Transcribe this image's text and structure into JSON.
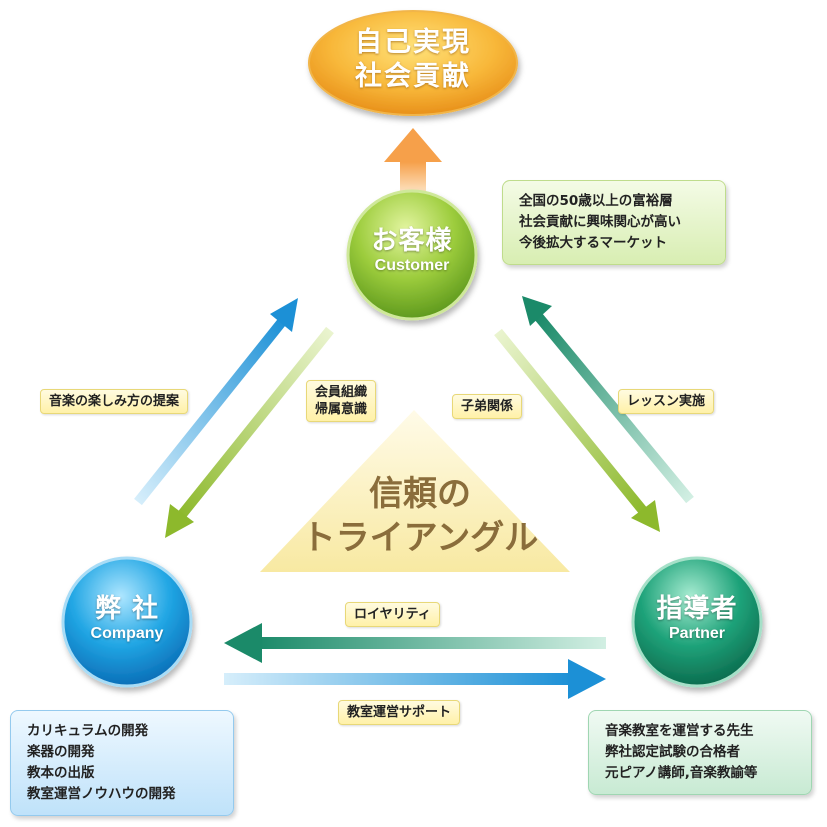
{
  "goal": {
    "line1": "自己実現",
    "line2": "社会貢献"
  },
  "nodes": {
    "customer": {
      "jp": "お客様",
      "en": "Customer"
    },
    "company": {
      "jp": "弊 社",
      "en": "Company"
    },
    "partner": {
      "jp": "指導者",
      "en": "Partner"
    }
  },
  "center": {
    "line1": "信頼の",
    "line2": "トライアングル"
  },
  "labels": {
    "suggest": "音楽の楽しみ方の提案",
    "membership_1": "会員組織",
    "membership_2": "帰属意識",
    "student": "子弟関係",
    "lesson": "レッスン実施",
    "royalty": "ロイヤリティ",
    "support": "教室運営サポート"
  },
  "info": {
    "customer": [
      "全国の50歳以上の富裕層",
      "社会貢献に興味関心が高い",
      "今後拡大するマーケット"
    ],
    "company": [
      "カリキュラムの開発",
      "楽器の開発",
      "教本の出版",
      "教室運営ノウハウの開発"
    ],
    "partner": [
      "音楽教室を運営する先生",
      "弊社認定試験の合格者",
      "元ピアノ講師,音楽教諭等"
    ]
  },
  "colors": {
    "goal": "#f5a623",
    "customer": "#8cc63f",
    "company": "#1ea0e0",
    "partner": "#1a9e78",
    "arrow_blue": "#2a9ad8",
    "arrow_green": "#9cc43a",
    "arrow_teal": "#1f8e6e",
    "arrow_orange": "#f6a54a"
  }
}
